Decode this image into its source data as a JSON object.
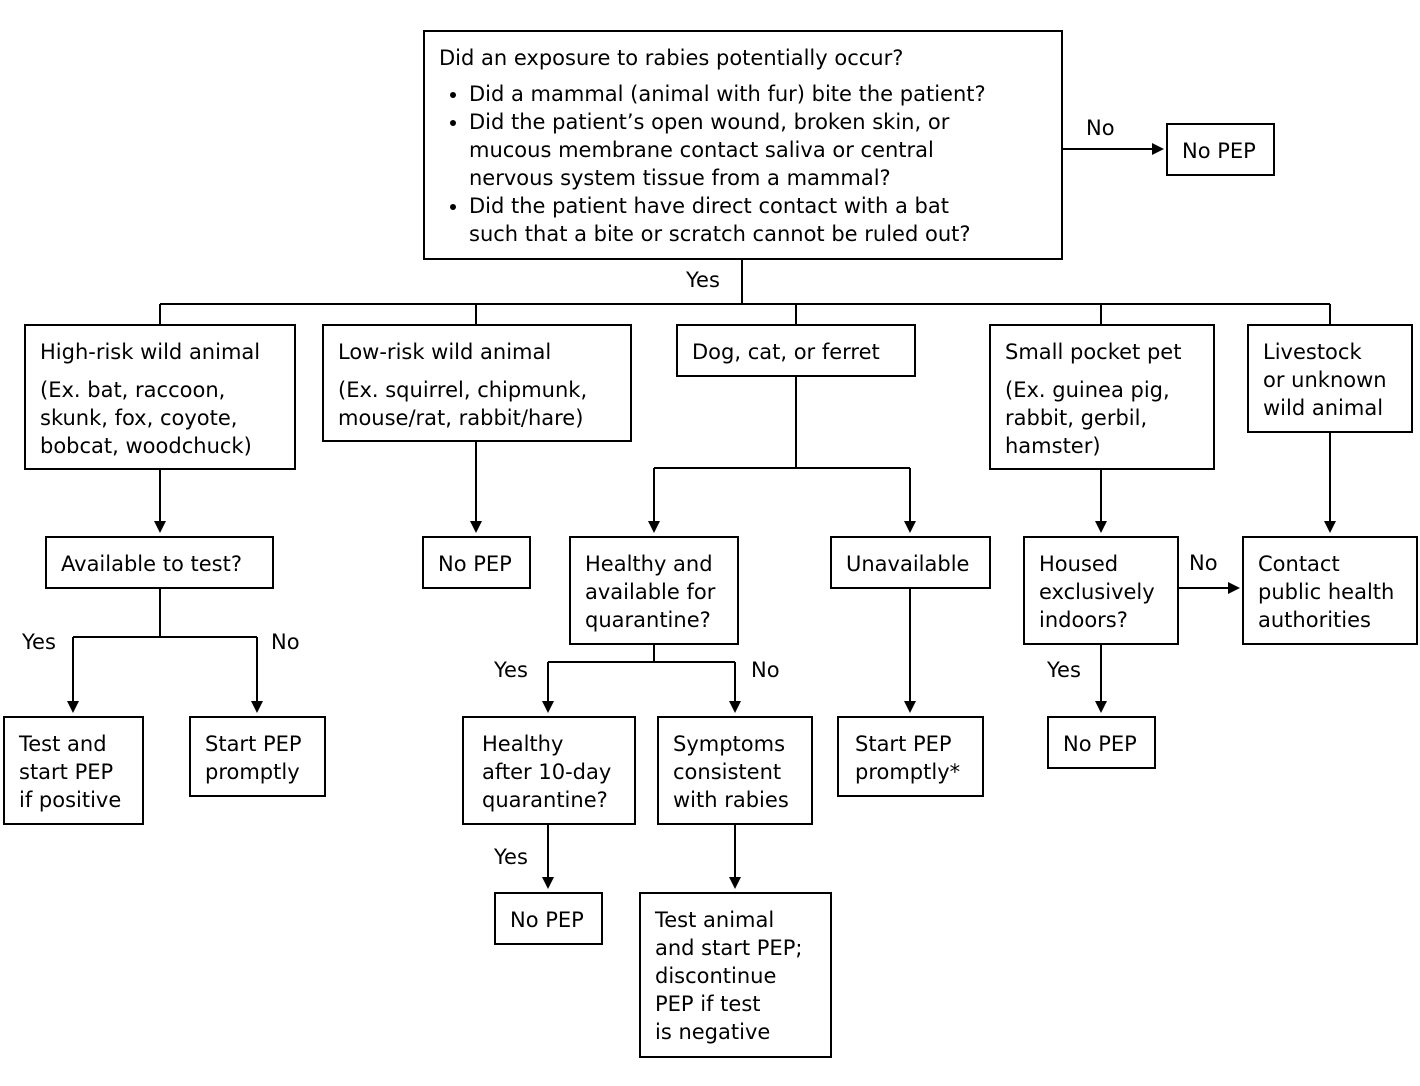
{
  "root": {
    "question": "Did an exposure to rabies potentially occur?",
    "bullets": [
      [
        "Did a mammal (animal with fur) bite the patient?"
      ],
      [
        "Did the patient’s open wound, broken skin, or",
        "mucous membrane contact saliva or central",
        "nervous system tissue from a mammal?"
      ],
      [
        "Did the patient have direct contact with a bat",
        "such that a bite or scratch cannot be ruled out?"
      ]
    ]
  },
  "root_no": {
    "label": "No",
    "outcome": "No PEP"
  },
  "root_yes": "Yes",
  "high_risk": {
    "title": "High-risk wild animal",
    "examples": [
      "(Ex. bat, raccoon,",
      "skunk, fox, coyote,",
      "bobcat, woodchuck)"
    ],
    "question": "Available to test?",
    "yes_label": "Yes",
    "no_label": "No",
    "yes_outcome": [
      "Test and",
      "start PEP",
      "if positive"
    ],
    "no_outcome": [
      "Start PEP",
      "promptly"
    ]
  },
  "low_risk": {
    "title": "Low-risk wild animal",
    "examples": [
      "(Ex. squirrel, chipmunk,",
      "mouse/rat, rabbit/hare)"
    ],
    "outcome": "No PEP"
  },
  "dog": {
    "title": "Dog, cat, or ferret",
    "healthy_q": [
      "Healthy and",
      "available for",
      "quarantine?"
    ],
    "yes_label": "Yes",
    "no_label": "No",
    "quarantine_q": [
      "Healthy",
      "after 10-day",
      "quarantine?"
    ],
    "quarantine_yes_label": "Yes",
    "quarantine_yes_outcome": "No PEP",
    "symptoms": [
      "Symptoms",
      "consistent",
      "with rabies"
    ],
    "symptoms_outcome": [
      "Test animal",
      "and start PEP;",
      "discontinue",
      "PEP if test",
      "is negative"
    ],
    "unavailable": "Unavailable",
    "unavailable_outcome": [
      "Start PEP",
      "promptly*"
    ]
  },
  "pocket_pet": {
    "title": "Small pocket pet",
    "examples": [
      "(Ex. guinea pig,",
      "rabbit, gerbil,",
      "hamster)"
    ],
    "question": [
      "Housed",
      "exclusively",
      "indoors?"
    ],
    "yes_label": "Yes",
    "yes_outcome": "No PEP",
    "no_label": "No"
  },
  "livestock": {
    "title": [
      "Livestock",
      "or unknown",
      "wild animal"
    ],
    "outcome": [
      "Contact",
      "public health",
      "authorities"
    ]
  }
}
